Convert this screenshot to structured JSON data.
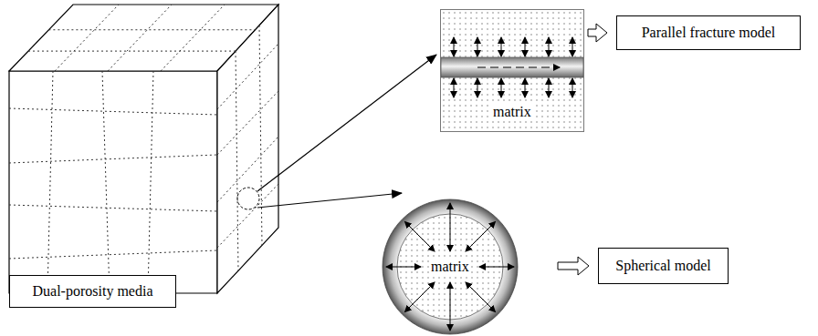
{
  "diagram": {
    "nodes": [
      {
        "text": [
          "matrix"
        ]
      },
      {
        "text": [
          "Parallel fracture model"
        ]
      },
      {
        "text": [
          "Dual-porosity media"
        ]
      },
      {
        "text": [
          "matrix"
        ]
      },
      {
        "text": [
          "Spherical model"
        ]
      }
    ],
    "edges": [
      {
        "from": 0,
        "to": 1,
        "arrow": "to"
      },
      {
        "from": 3,
        "to": 4,
        "arrow": "to"
      }
    ]
  }
}
